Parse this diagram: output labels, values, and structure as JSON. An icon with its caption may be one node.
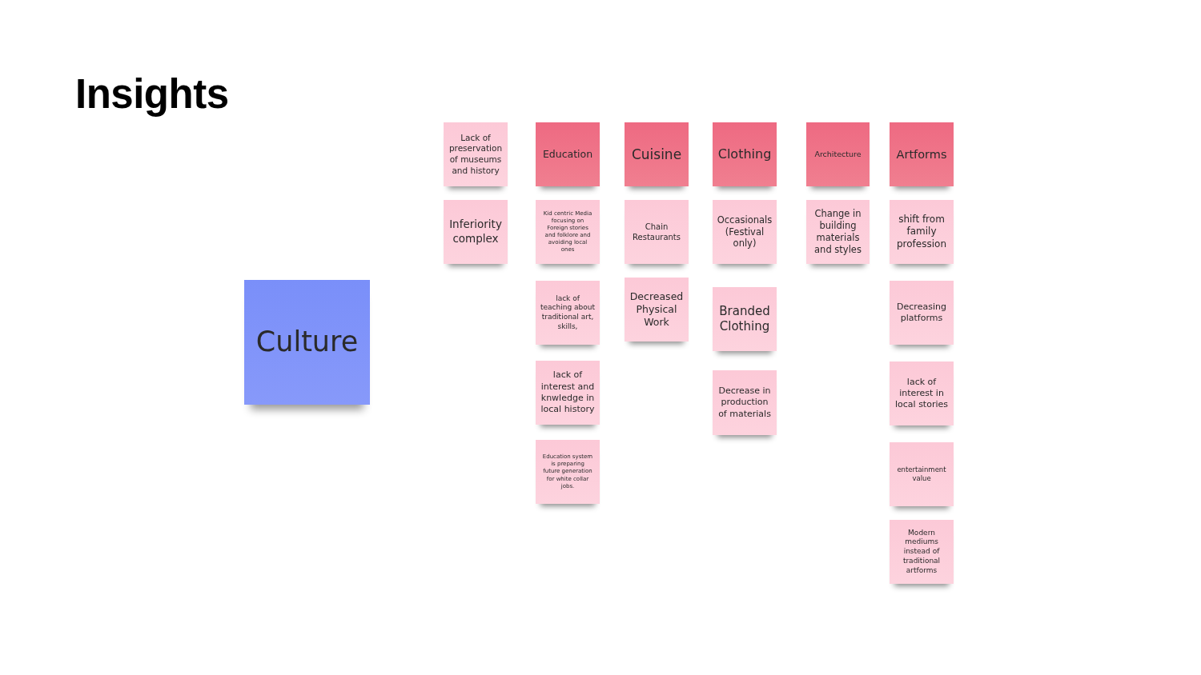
{
  "diagram": {
    "title": "Insights",
    "nodes": [
      {
        "text": [
          "Culture"
        ]
      },
      {
        "text": [
          "Lack of preservation of museums and history"
        ]
      },
      {
        "text": [
          "Inferiority complex"
        ]
      },
      {
        "text": [
          "Education"
        ]
      },
      {
        "text": [
          "Kid centric Media focusing on Foreign stories and folklore and avoiding local ones"
        ]
      },
      {
        "text": [
          "lack of teaching about traditional art, skills,"
        ]
      },
      {
        "text": [
          "lack of interest and knwledge in local history"
        ]
      },
      {
        "text": [
          "Education system is preparing future generation for white collar jobs."
        ]
      },
      {
        "text": [
          "Cuisine"
        ]
      },
      {
        "text": [
          "Chain Restaurants"
        ]
      },
      {
        "text": [
          "Decreased Physical Work"
        ]
      },
      {
        "text": [
          "Clothing"
        ]
      },
      {
        "text": [
          "Occasionals (Festival only)"
        ]
      },
      {
        "text": [
          "Branded Clothing"
        ]
      },
      {
        "text": [
          "Decrease in production of materials"
        ]
      },
      {
        "text": [
          "Architecture"
        ]
      },
      {
        "text": [
          "Change in building materials and styles"
        ]
      },
      {
        "text": [
          "Artforms"
        ]
      },
      {
        "text": [
          "shift from family profession"
        ]
      },
      {
        "text": [
          "Decreasing platforms"
        ]
      },
      {
        "text": [
          "lack of interest in local stories"
        ]
      },
      {
        "text": [
          "entertainment value"
        ]
      },
      {
        "text": [
          "Modern mediums instead of traditional artforms"
        ]
      }
    ]
  }
}
